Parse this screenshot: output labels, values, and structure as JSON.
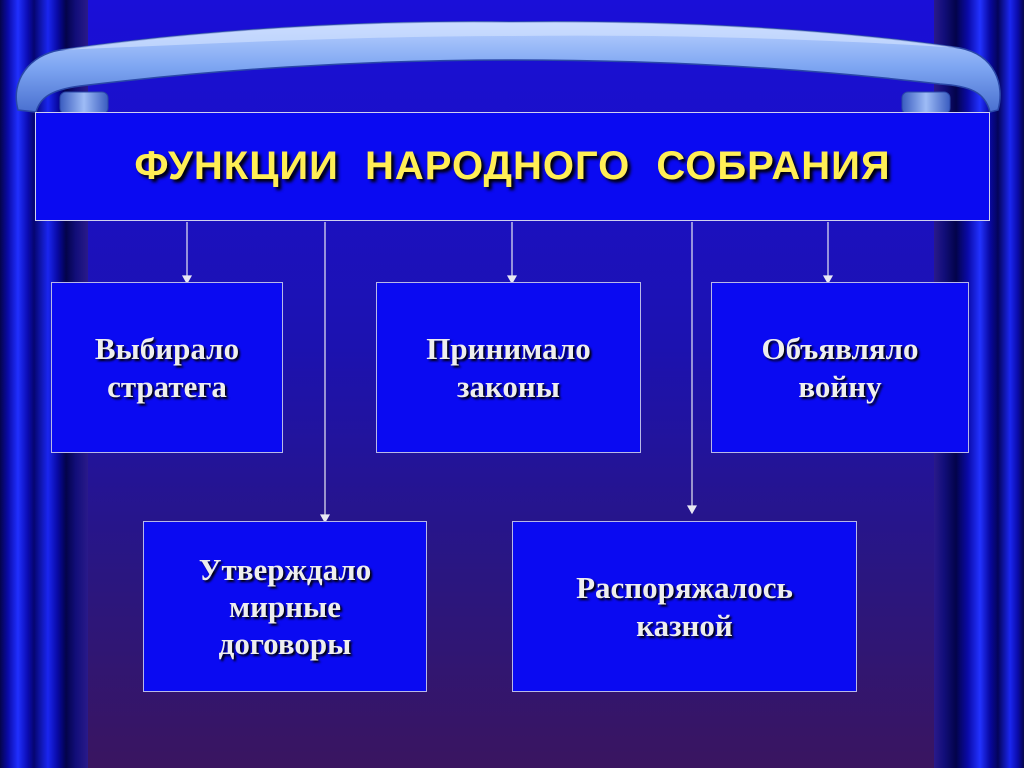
{
  "title": "ФУНКЦИИ  НАРОДНОГО  СОБРАНИЯ",
  "functions": {
    "elect_strategist": "Выбирало\nстратега",
    "adopt_laws": "Принимало\nзаконы",
    "declare_war": "Объявляло\nвойну",
    "approve_treaties": "Утверждало\nмирные\nдоговоры",
    "manage_treasury": "Распоряжалось\nказной"
  },
  "colors": {
    "box_fill": "#0a0af2",
    "title_text": "#ffee55",
    "body_text": "#eeeeee",
    "banner": "#6f9ff0"
  }
}
